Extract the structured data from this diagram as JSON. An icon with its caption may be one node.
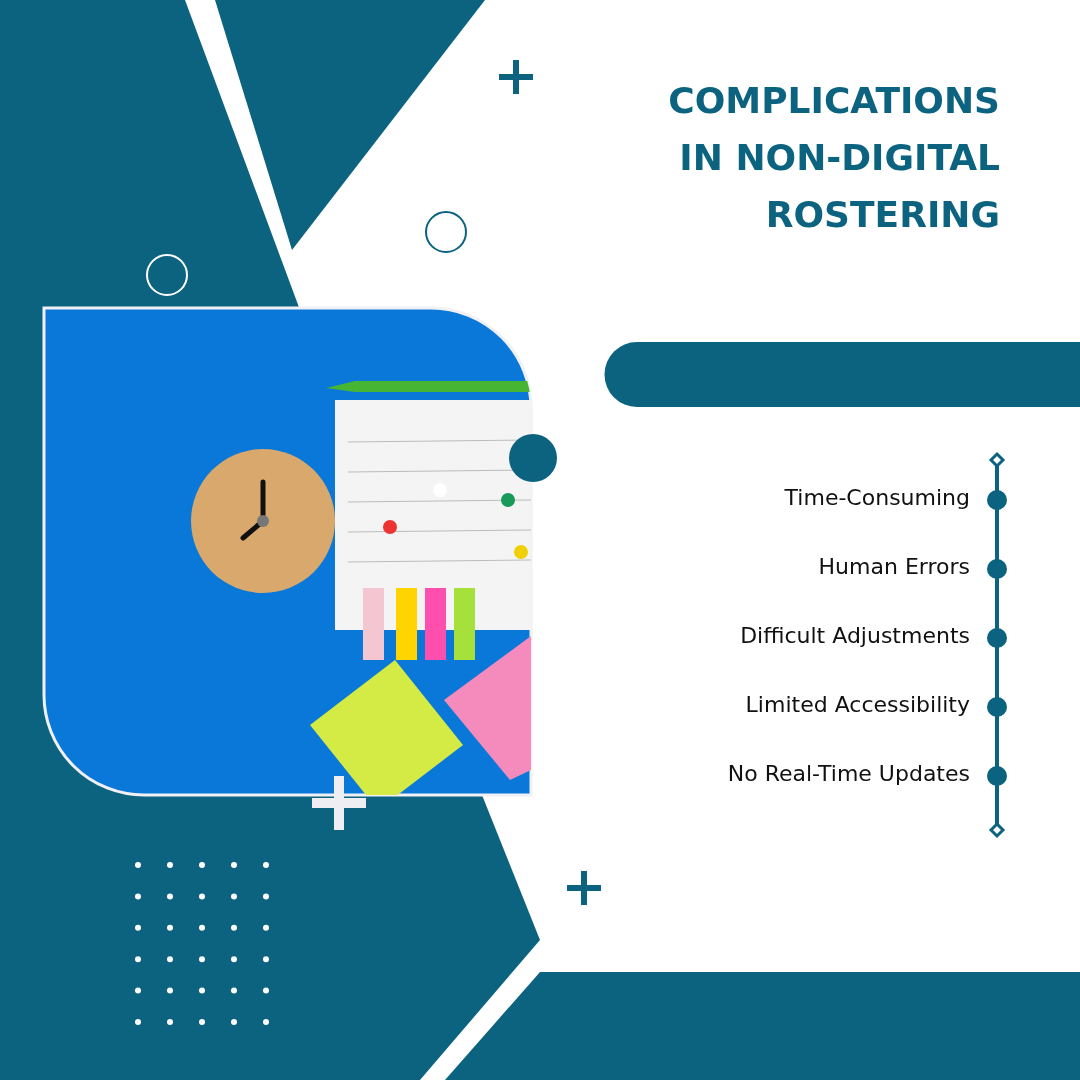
{
  "diagram": {
    "title": "COMPLICATIONS IN NON-DIGITAL ROSTERING",
    "nodes": [
      {
        "text": [],
        "shape": "bar"
      }
    ],
    "labels": [
      "Time-Consuming",
      "Human Errors",
      "Difficult Adjustments",
      "Limited Accessibility",
      "No Real-Time Updates"
    ]
  }
}
